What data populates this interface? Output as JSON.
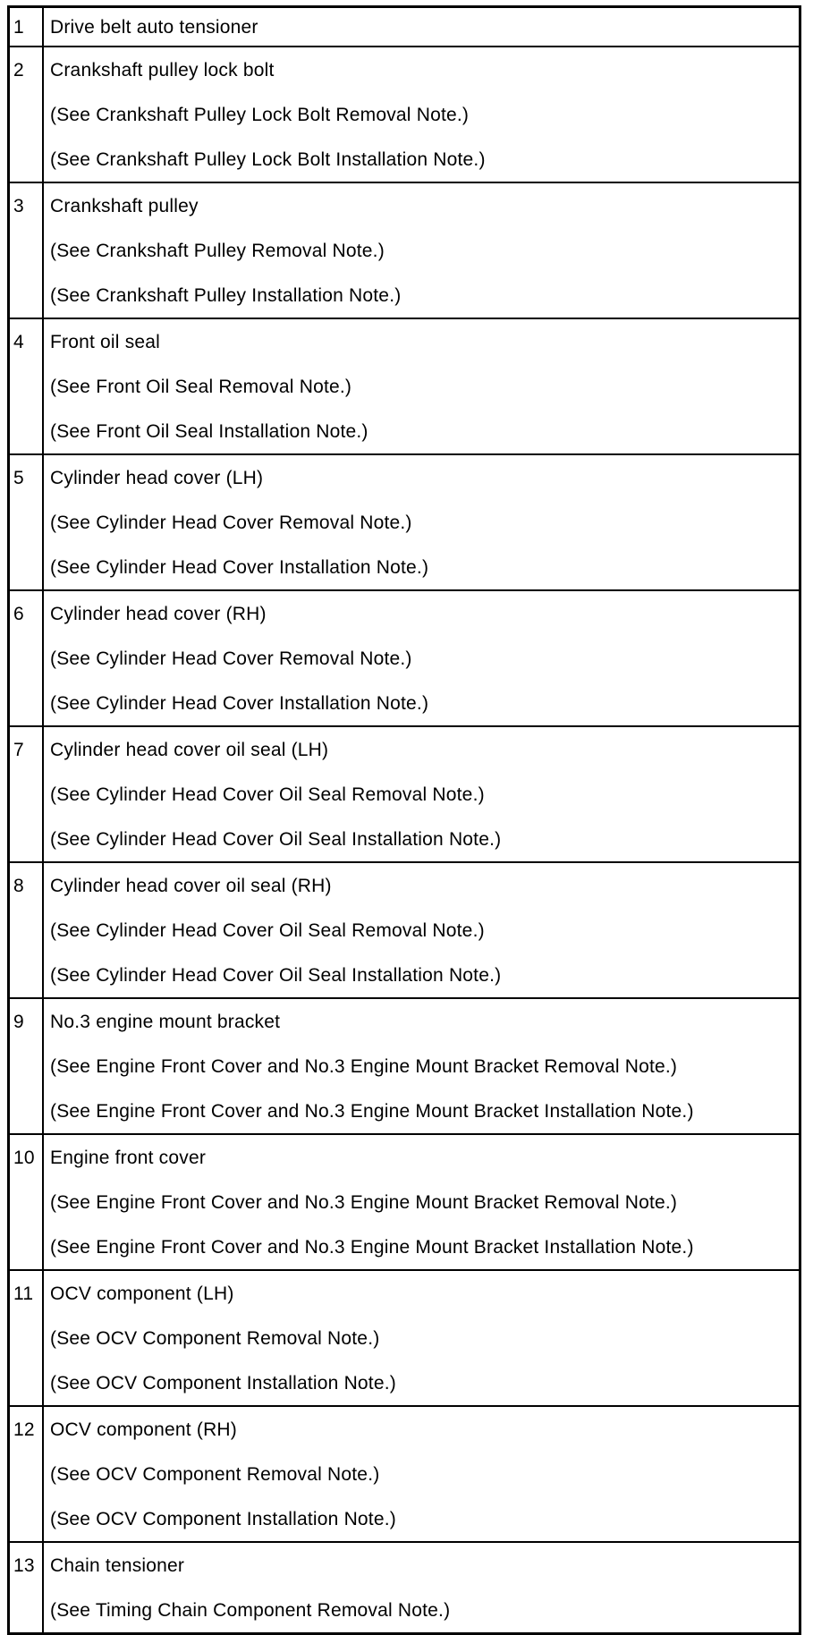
{
  "document": {
    "kind": "service-manual-parts-table",
    "colors": {
      "background": "#ffffff",
      "text": "#000000",
      "border": "#000000"
    }
  },
  "table": {
    "rows": [
      {
        "num": "1",
        "item": "Drive belt auto tensioner",
        "notes": []
      },
      {
        "num": "2",
        "item": "Crankshaft pulley lock bolt",
        "notes": [
          "(See Crankshaft Pulley Lock Bolt Removal Note.)",
          "(See Crankshaft Pulley Lock Bolt Installation Note.)"
        ]
      },
      {
        "num": "3",
        "item": "Crankshaft pulley",
        "notes": [
          "(See Crankshaft Pulley Removal Note.)",
          "(See Crankshaft Pulley Installation Note.)"
        ]
      },
      {
        "num": "4",
        "item": "Front oil seal",
        "notes": [
          "(See Front Oil Seal Removal Note.)",
          "(See Front Oil Seal Installation Note.)"
        ]
      },
      {
        "num": "5",
        "item": "Cylinder head cover (LH)",
        "notes": [
          "(See Cylinder Head Cover Removal Note.)",
          "(See Cylinder Head Cover Installation Note.)"
        ]
      },
      {
        "num": "6",
        "item": "Cylinder head cover (RH)",
        "notes": [
          "(See Cylinder Head Cover Removal Note.)",
          "(See Cylinder Head Cover Installation Note.)"
        ]
      },
      {
        "num": "7",
        "item": "Cylinder head cover oil seal (LH)",
        "notes": [
          "(See Cylinder Head Cover Oil Seal Removal Note.)",
          "(See Cylinder Head Cover Oil Seal Installation Note.)"
        ]
      },
      {
        "num": "8",
        "item": "Cylinder head cover oil seal (RH)",
        "notes": [
          "(See Cylinder Head Cover Oil Seal Removal Note.)",
          "(See Cylinder Head Cover Oil Seal Installation Note.)"
        ]
      },
      {
        "num": "9",
        "item": "No.3 engine mount bracket",
        "notes": [
          "(See Engine Front Cover and No.3 Engine Mount Bracket Removal Note.)",
          "(See Engine Front Cover and No.3 Engine Mount Bracket Installation Note.)"
        ]
      },
      {
        "num": "10",
        "item": "Engine front cover",
        "notes": [
          "(See Engine Front Cover and No.3 Engine Mount Bracket Removal Note.)",
          "(See Engine Front Cover and No.3 Engine Mount Bracket Installation Note.)"
        ]
      },
      {
        "num": "11",
        "item": "OCV component (LH)",
        "notes": [
          "(See OCV Component Removal Note.)",
          "(See OCV Component Installation Note.)"
        ]
      },
      {
        "num": "12",
        "item": "OCV component (RH)",
        "notes": [
          "(See OCV Component Removal Note.)",
          "(See OCV Component Installation Note.)"
        ]
      },
      {
        "num": "13",
        "item": "Chain tensioner",
        "notes": [
          "(See Timing Chain Component Removal Note.)"
        ]
      }
    ]
  }
}
